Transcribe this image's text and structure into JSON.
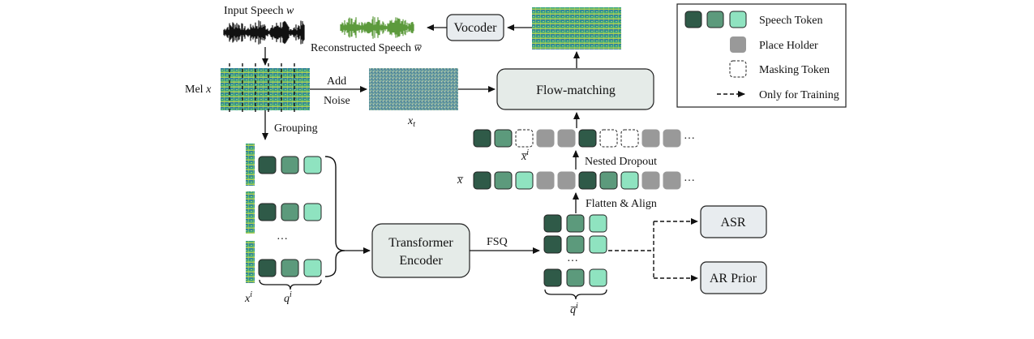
{
  "colors": {
    "token_dark": "#2f5a48",
    "token_mid": "#5c9a7c",
    "token_light": "#8fe3c0",
    "placeholder": "#999999",
    "box_fill": "#e5ebe8",
    "box_fill_gray": "#e8ecef"
  },
  "legend": {
    "speech_token": "Speech Token",
    "place_holder": "Place Holder",
    "masking_token": "Masking Token",
    "only_training": "Only for Training"
  },
  "labels": {
    "input_speech": "Input Speech",
    "input_var": "w",
    "reconstructed": "Reconstructed Speech",
    "reconstructed_var": "w̅",
    "mel": "Mel",
    "mel_var": "x",
    "add": "Add",
    "noise": "Noise",
    "xt": "x",
    "xt_sub": "t",
    "grouping": "Grouping",
    "xi": "x",
    "xi_sup": "i",
    "qi": "q",
    "qi_sup": "i",
    "fsq": "FSQ",
    "qbar": "q̅",
    "qbar_sup": "i",
    "flatten": "Flatten & Align",
    "xbar": "x̅",
    "nested": "Nested Dropout",
    "xbari": "x̅",
    "xbari_sup": "i",
    "ellipsis": "···",
    "vdots": "···"
  },
  "boxes": {
    "vocoder": "Vocoder",
    "flow": "Flow-matching",
    "transformer_1": "Transformer",
    "transformer_2": "Encoder",
    "asr": "ASR",
    "ar_prior": "AR Prior"
  }
}
